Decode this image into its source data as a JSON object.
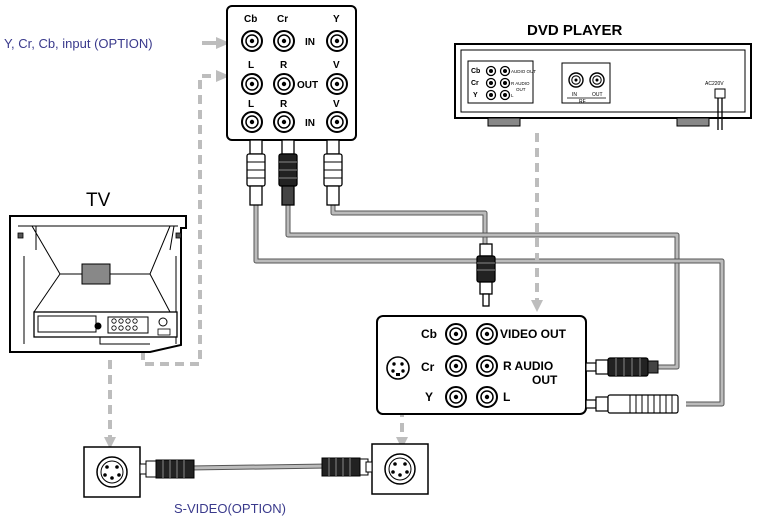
{
  "dvd_player": {
    "title": "DVD  PLAYER",
    "cb": "Cb",
    "cr": "Cr",
    "y": "Y",
    "audio_out": "AUDIO OUT",
    "r_audio": "R  AUDIO",
    "out": "OUT",
    "l": "L",
    "rf_in": "IN",
    "rf_out": "OUT",
    "rf": "RF",
    "ac": "AC220V"
  },
  "tv": {
    "label": "TV"
  },
  "tv_jack_panel": {
    "cb": "Cb",
    "cr": "Cr",
    "y": "Y",
    "in_top": "IN",
    "l_mid": "L",
    "r_mid": "R",
    "out_mid": "OUT",
    "v_mid": "V",
    "l_bot": "L",
    "r_bot": "R",
    "in_bot": "IN",
    "v_bot": "V"
  },
  "dvd_back_panel": {
    "cb": "Cb",
    "cr": "Cr",
    "y": "Y",
    "video_out": "VIDEO OUT",
    "r_audio": "R  AUDIO",
    "out": "OUT",
    "l": "L"
  },
  "annotations": {
    "component_input": "Y, Cr, Cb, input (OPTION)",
    "svideo": "S-VIDEO(OPTION)"
  }
}
